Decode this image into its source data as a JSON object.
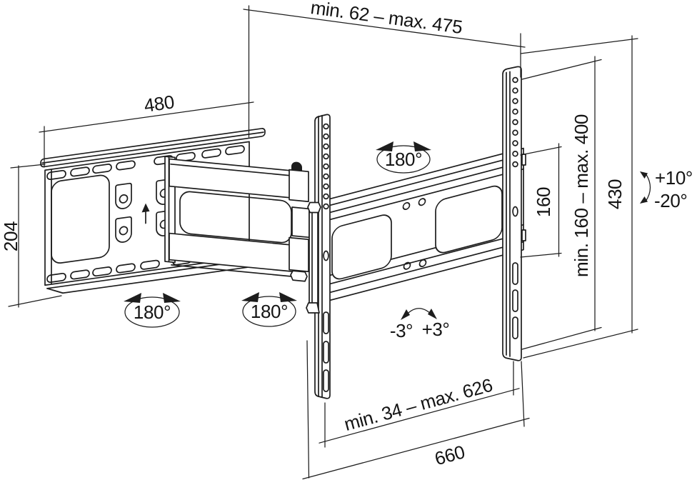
{
  "diagram": {
    "kind": "technical-drawing",
    "colors": {
      "line": "#1d1d1d",
      "background": "#ffffff"
    },
    "dimensions": {
      "depth_range": "min. 62 – max. 475",
      "plate_width": "480",
      "plate_height": "204",
      "vesa_step": "160",
      "vesa_range_vertical": "min. 160 – max. 400",
      "bracket_height": "430",
      "slide_range": "min. 34 – max. 626",
      "bracket_width": "660"
    },
    "angles": {
      "swivel_1": "180°",
      "swivel_2": "180°",
      "swivel_3": "180°",
      "level_neg": "-3°",
      "level_pos": "+3°",
      "tilt_up": "+10°",
      "tilt_down": "-20°"
    }
  }
}
